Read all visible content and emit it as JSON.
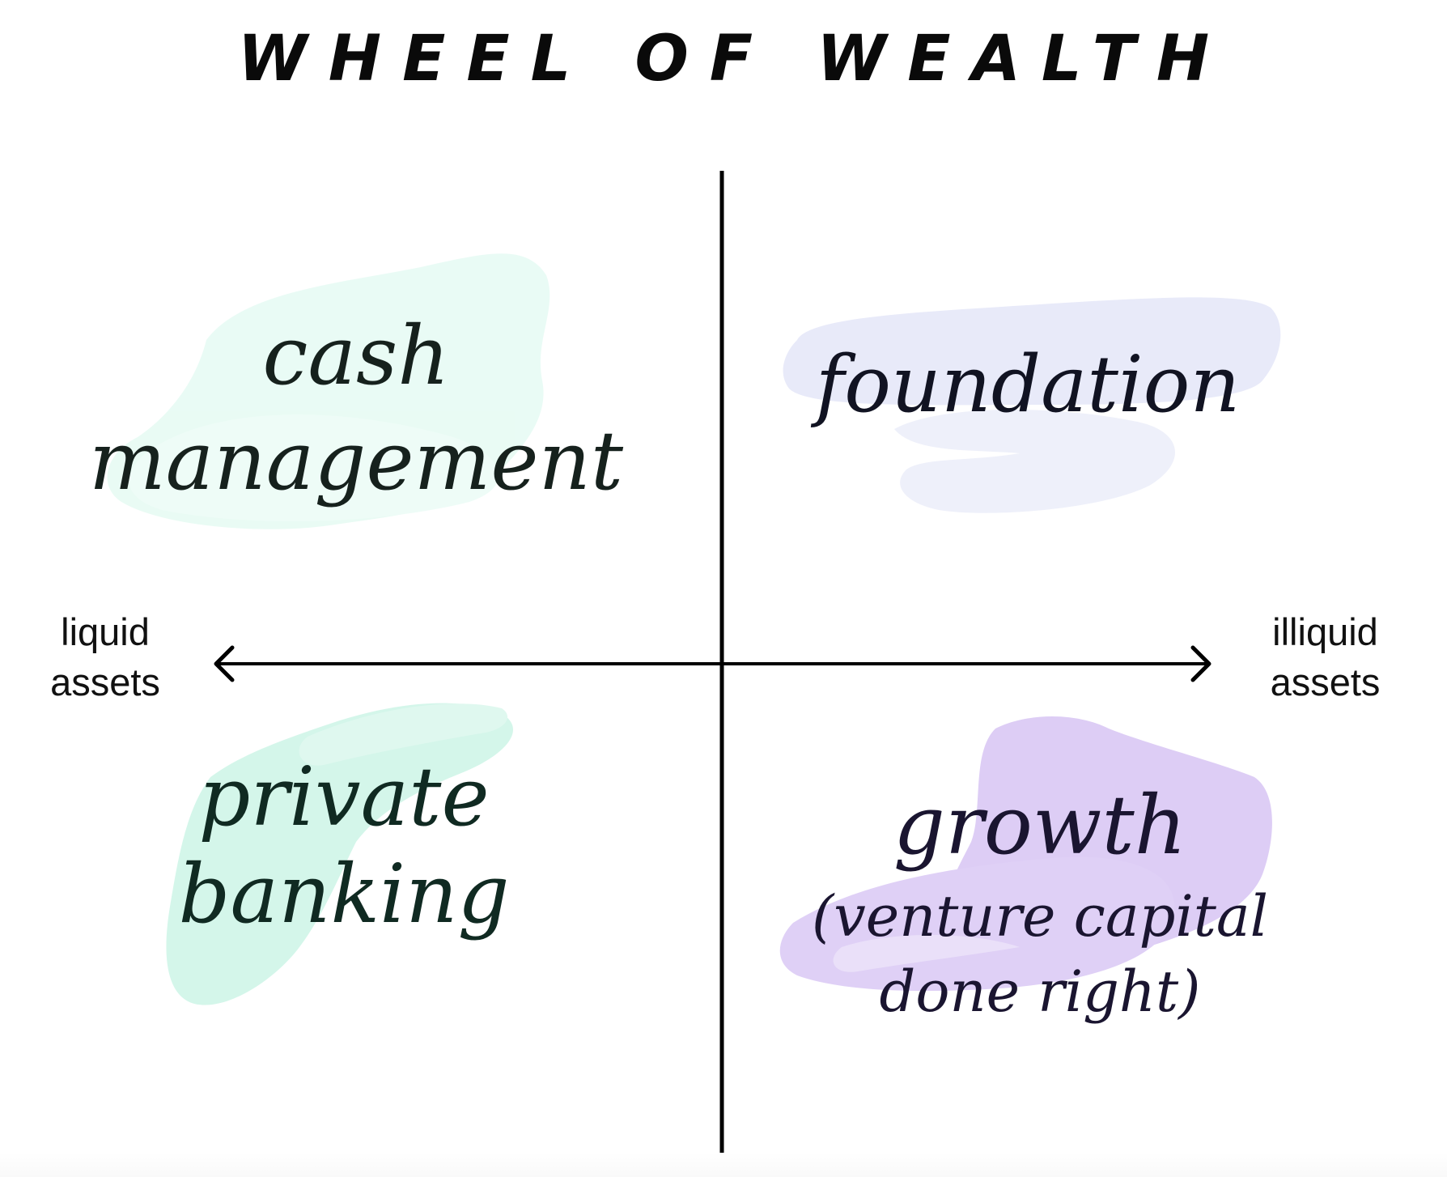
{
  "title": "WHEEL OF WEALTH",
  "axis": {
    "left_label": [
      "liquid",
      "assets"
    ],
    "right_label": [
      "illiquid",
      "assets"
    ],
    "line_color": "#000000"
  },
  "quadrants": {
    "top_left": {
      "lines": [
        "cash",
        "management"
      ],
      "blob_color": "#e6faf3"
    },
    "top_right": {
      "lines": [
        "foundation"
      ],
      "blob_color": "#e8eaf8"
    },
    "bottom_left": {
      "lines": [
        "private",
        "banking"
      ],
      "blob_color": "#d4f6ea"
    },
    "bottom_right": {
      "lines": [
        "growth",
        "(venture capital",
        "done right)"
      ],
      "blob_color": "#ddcdf5"
    }
  }
}
